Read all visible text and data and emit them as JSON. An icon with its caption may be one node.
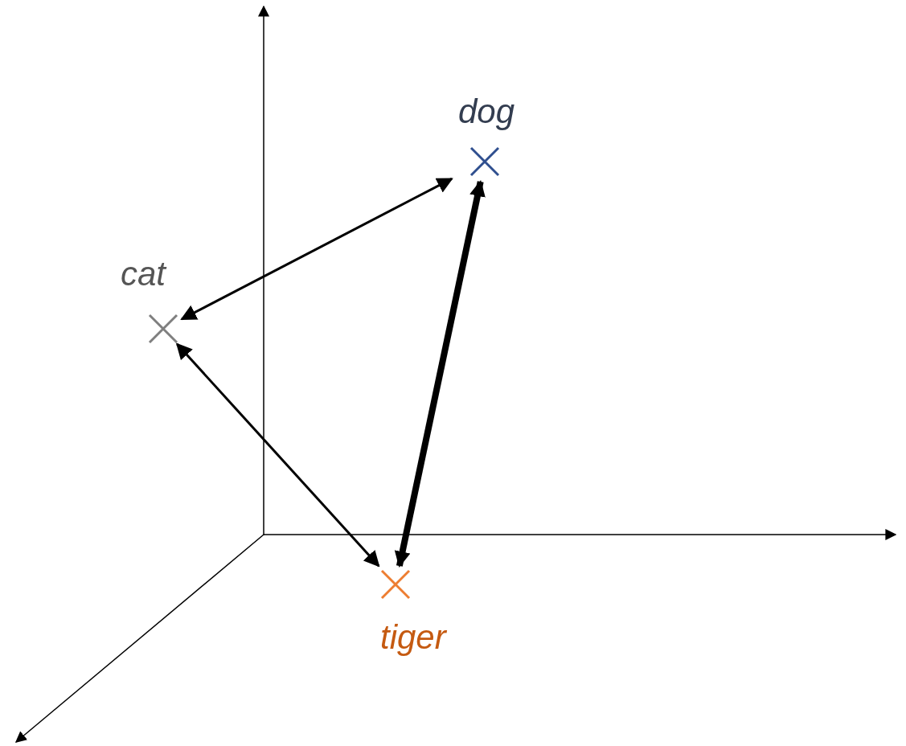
{
  "diagram": {
    "nodes": [
      {
        "text": [
          "dog"
        ]
      },
      {
        "text": [
          "cat"
        ]
      },
      {
        "text": [
          "tiger"
        ]
      }
    ],
    "edges": [
      {
        "from": 1,
        "to": 0,
        "arrow": "both"
      },
      {
        "from": 1,
        "to": 2,
        "arrow": "both"
      },
      {
        "from": 0,
        "to": 2,
        "arrow": "both",
        "style": "thick"
      }
    ]
  }
}
